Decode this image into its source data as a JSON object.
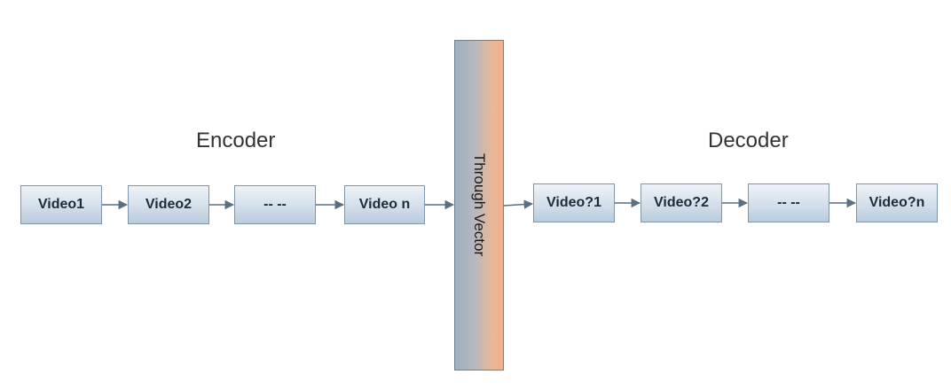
{
  "encoder": {
    "title": "Encoder",
    "nodes": [
      "Video1",
      "Video2",
      "-- --",
      "Video n"
    ]
  },
  "bottleneck": {
    "label": "Through Vector"
  },
  "decoder": {
    "title": "Decoder",
    "nodes": [
      "Video?1",
      "Video?2",
      "-- --",
      "Video?n"
    ]
  },
  "colors": {
    "node_border": "#7f95a8",
    "node_fill_top": "#eef3f8",
    "node_fill_bottom": "#b9cbdb",
    "arrow": "#5a6f82",
    "vector_left": "#9eb0c1",
    "vector_right": "#f3b08c"
  }
}
